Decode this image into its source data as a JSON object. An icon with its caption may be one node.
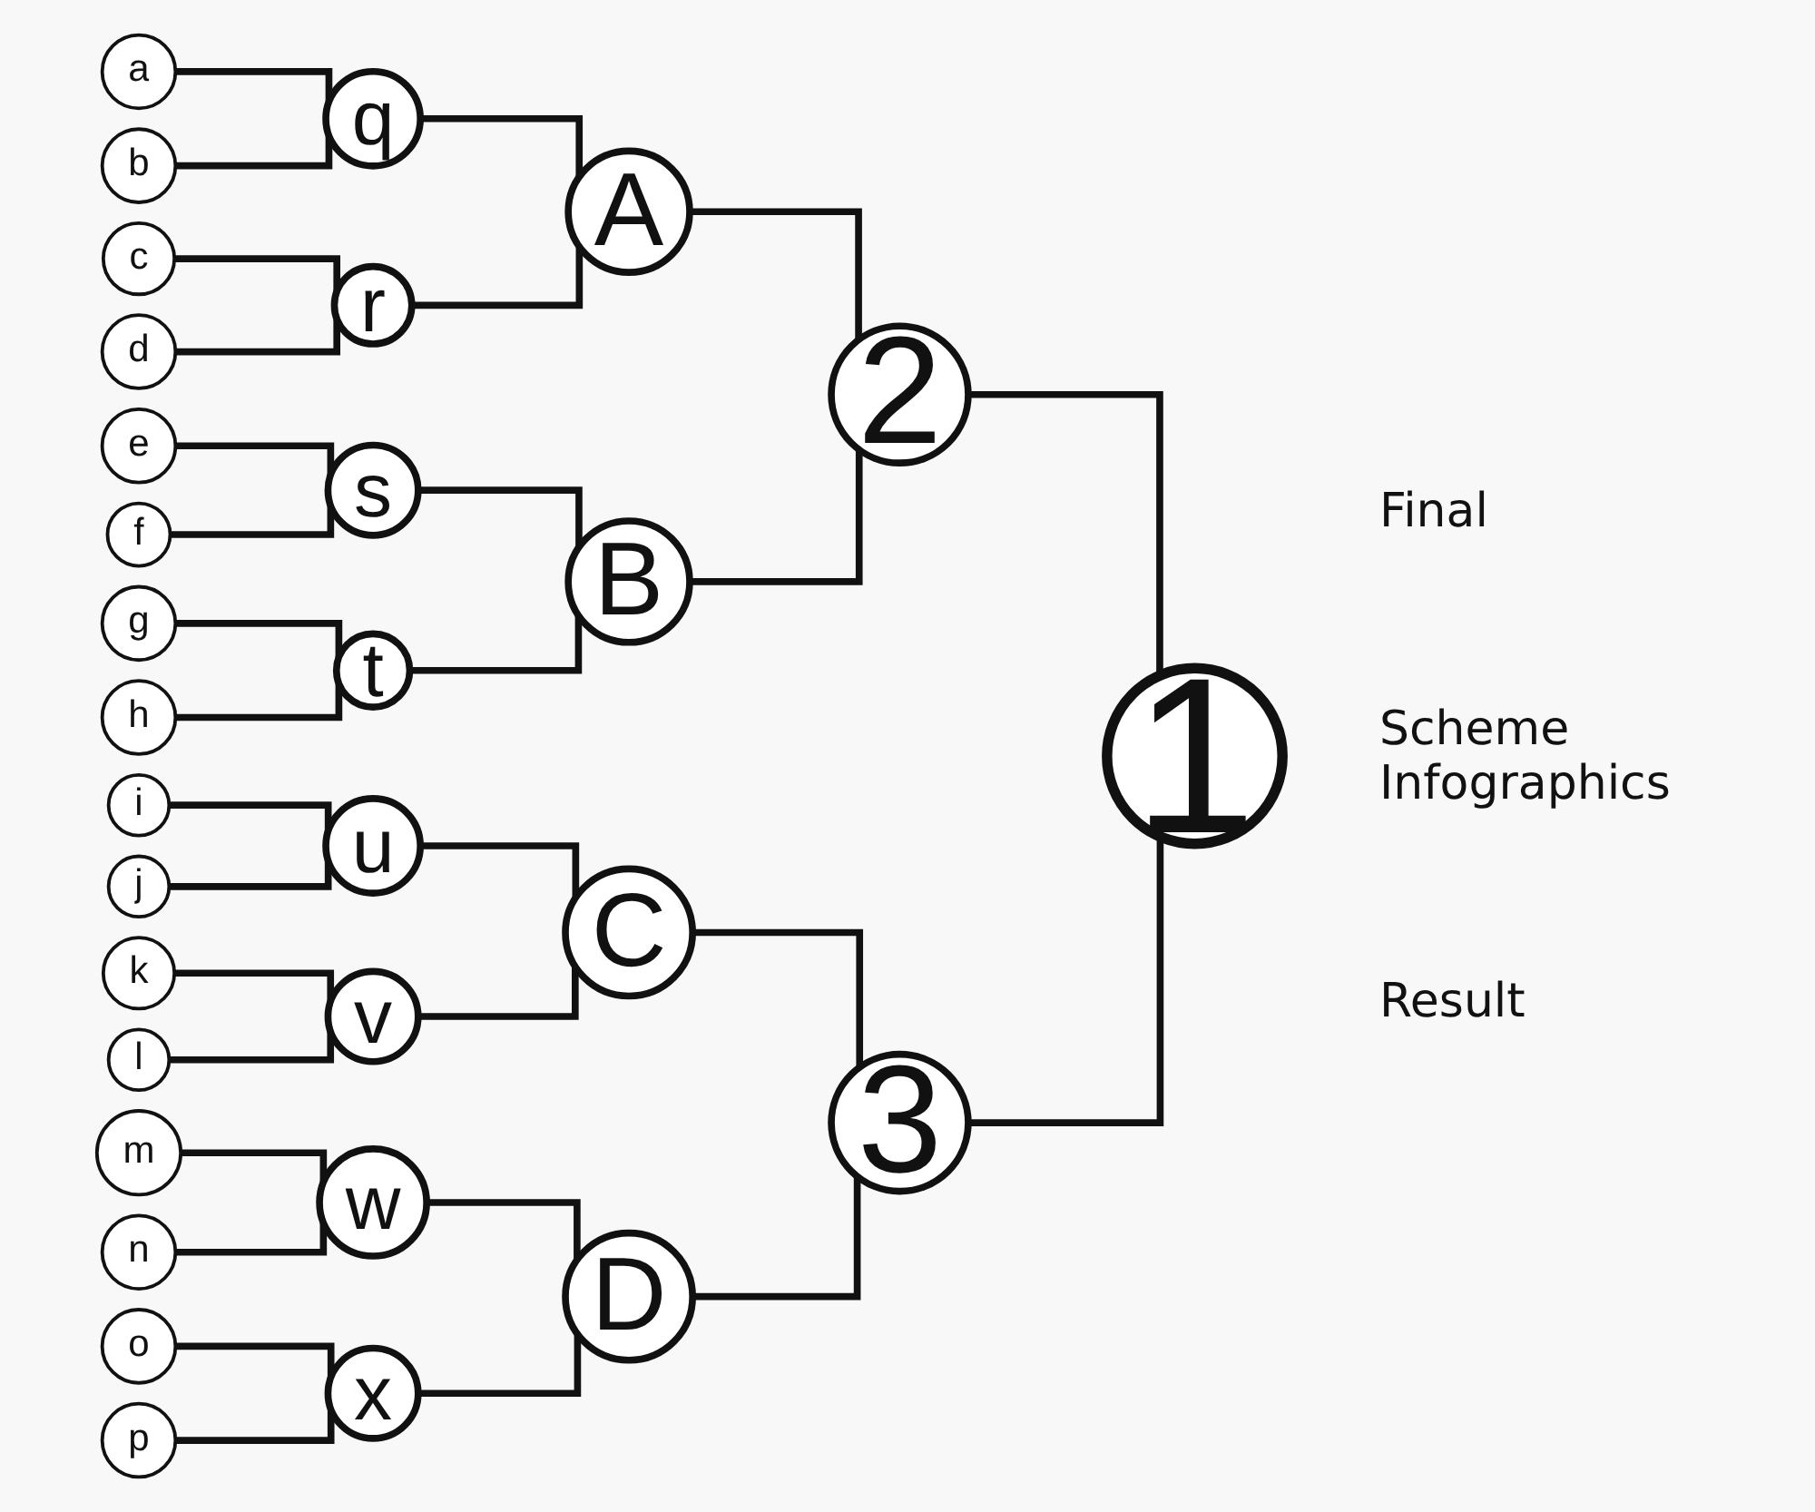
{
  "diagram": {
    "nodes": [
      {
        "text": [
          "a"
        ]
      },
      {
        "text": [
          "b"
        ]
      },
      {
        "text": [
          "c"
        ]
      },
      {
        "text": [
          "d"
        ]
      },
      {
        "text": [
          "e"
        ]
      },
      {
        "text": [
          "f"
        ]
      },
      {
        "text": [
          "g"
        ]
      },
      {
        "text": [
          "h"
        ]
      },
      {
        "text": [
          "i"
        ]
      },
      {
        "text": [
          "j"
        ]
      },
      {
        "text": [
          "k"
        ]
      },
      {
        "text": [
          "l"
        ]
      },
      {
        "text": [
          "m"
        ]
      },
      {
        "text": [
          "n"
        ]
      },
      {
        "text": [
          "o"
        ]
      },
      {
        "text": [
          "p"
        ]
      },
      {
        "text": [
          "q"
        ]
      },
      {
        "text": [
          "r"
        ]
      },
      {
        "text": [
          "s"
        ]
      },
      {
        "text": [
          "t"
        ]
      },
      {
        "text": [
          "u"
        ]
      },
      {
        "text": [
          "v"
        ]
      },
      {
        "text": [
          "w"
        ]
      },
      {
        "text": [
          "x"
        ]
      },
      {
        "text": [
          "A"
        ]
      },
      {
        "text": [
          "B"
        ]
      },
      {
        "text": [
          "C"
        ]
      },
      {
        "text": [
          "D"
        ]
      },
      {
        "text": [
          "2"
        ]
      },
      {
        "text": [
          "3"
        ]
      },
      {
        "text": [
          "1"
        ]
      }
    ],
    "edges": [
      {
        "from": 0,
        "to": 16,
        "arrow": "none"
      },
      {
        "from": 1,
        "to": 16,
        "arrow": "none"
      },
      {
        "from": 2,
        "to": 17,
        "arrow": "none"
      },
      {
        "from": 3,
        "to": 17,
        "arrow": "none"
      },
      {
        "from": 4,
        "to": 18,
        "arrow": "none"
      },
      {
        "from": 5,
        "to": 18,
        "arrow": "none"
      },
      {
        "from": 6,
        "to": 19,
        "arrow": "none"
      },
      {
        "from": 7,
        "to": 19,
        "arrow": "none"
      },
      {
        "from": 8,
        "to": 20,
        "arrow": "none"
      },
      {
        "from": 9,
        "to": 20,
        "arrow": "none"
      },
      {
        "from": 10,
        "to": 21,
        "arrow": "none"
      },
      {
        "from": 11,
        "to": 21,
        "arrow": "none"
      },
      {
        "from": 12,
        "to": 22,
        "arrow": "none"
      },
      {
        "from": 13,
        "to": 22,
        "arrow": "none"
      },
      {
        "from": 14,
        "to": 23,
        "arrow": "none"
      },
      {
        "from": 15,
        "to": 23,
        "arrow": "none"
      },
      {
        "from": 16,
        "to": 24,
        "arrow": "none"
      },
      {
        "from": 17,
        "to": 24,
        "arrow": "none"
      },
      {
        "from": 18,
        "to": 25,
        "arrow": "none"
      },
      {
        "from": 19,
        "to": 25,
        "arrow": "none"
      },
      {
        "from": 20,
        "to": 26,
        "arrow": "none"
      },
      {
        "from": 21,
        "to": 26,
        "arrow": "none"
      },
      {
        "from": 22,
        "to": 27,
        "arrow": "none"
      },
      {
        "from": 23,
        "to": 27,
        "arrow": "none"
      },
      {
        "from": 24,
        "to": 28,
        "arrow": "none"
      },
      {
        "from": 25,
        "to": 28,
        "arrow": "none"
      },
      {
        "from": 26,
        "to": 29,
        "arrow": "none"
      },
      {
        "from": 27,
        "to": 29,
        "arrow": "none"
      },
      {
        "from": 28,
        "to": 30,
        "arrow": "none"
      },
      {
        "from": 29,
        "to": 30,
        "arrow": "none"
      }
    ],
    "labels": [
      "Final",
      "Scheme Infographics",
      "Result"
    ]
  }
}
